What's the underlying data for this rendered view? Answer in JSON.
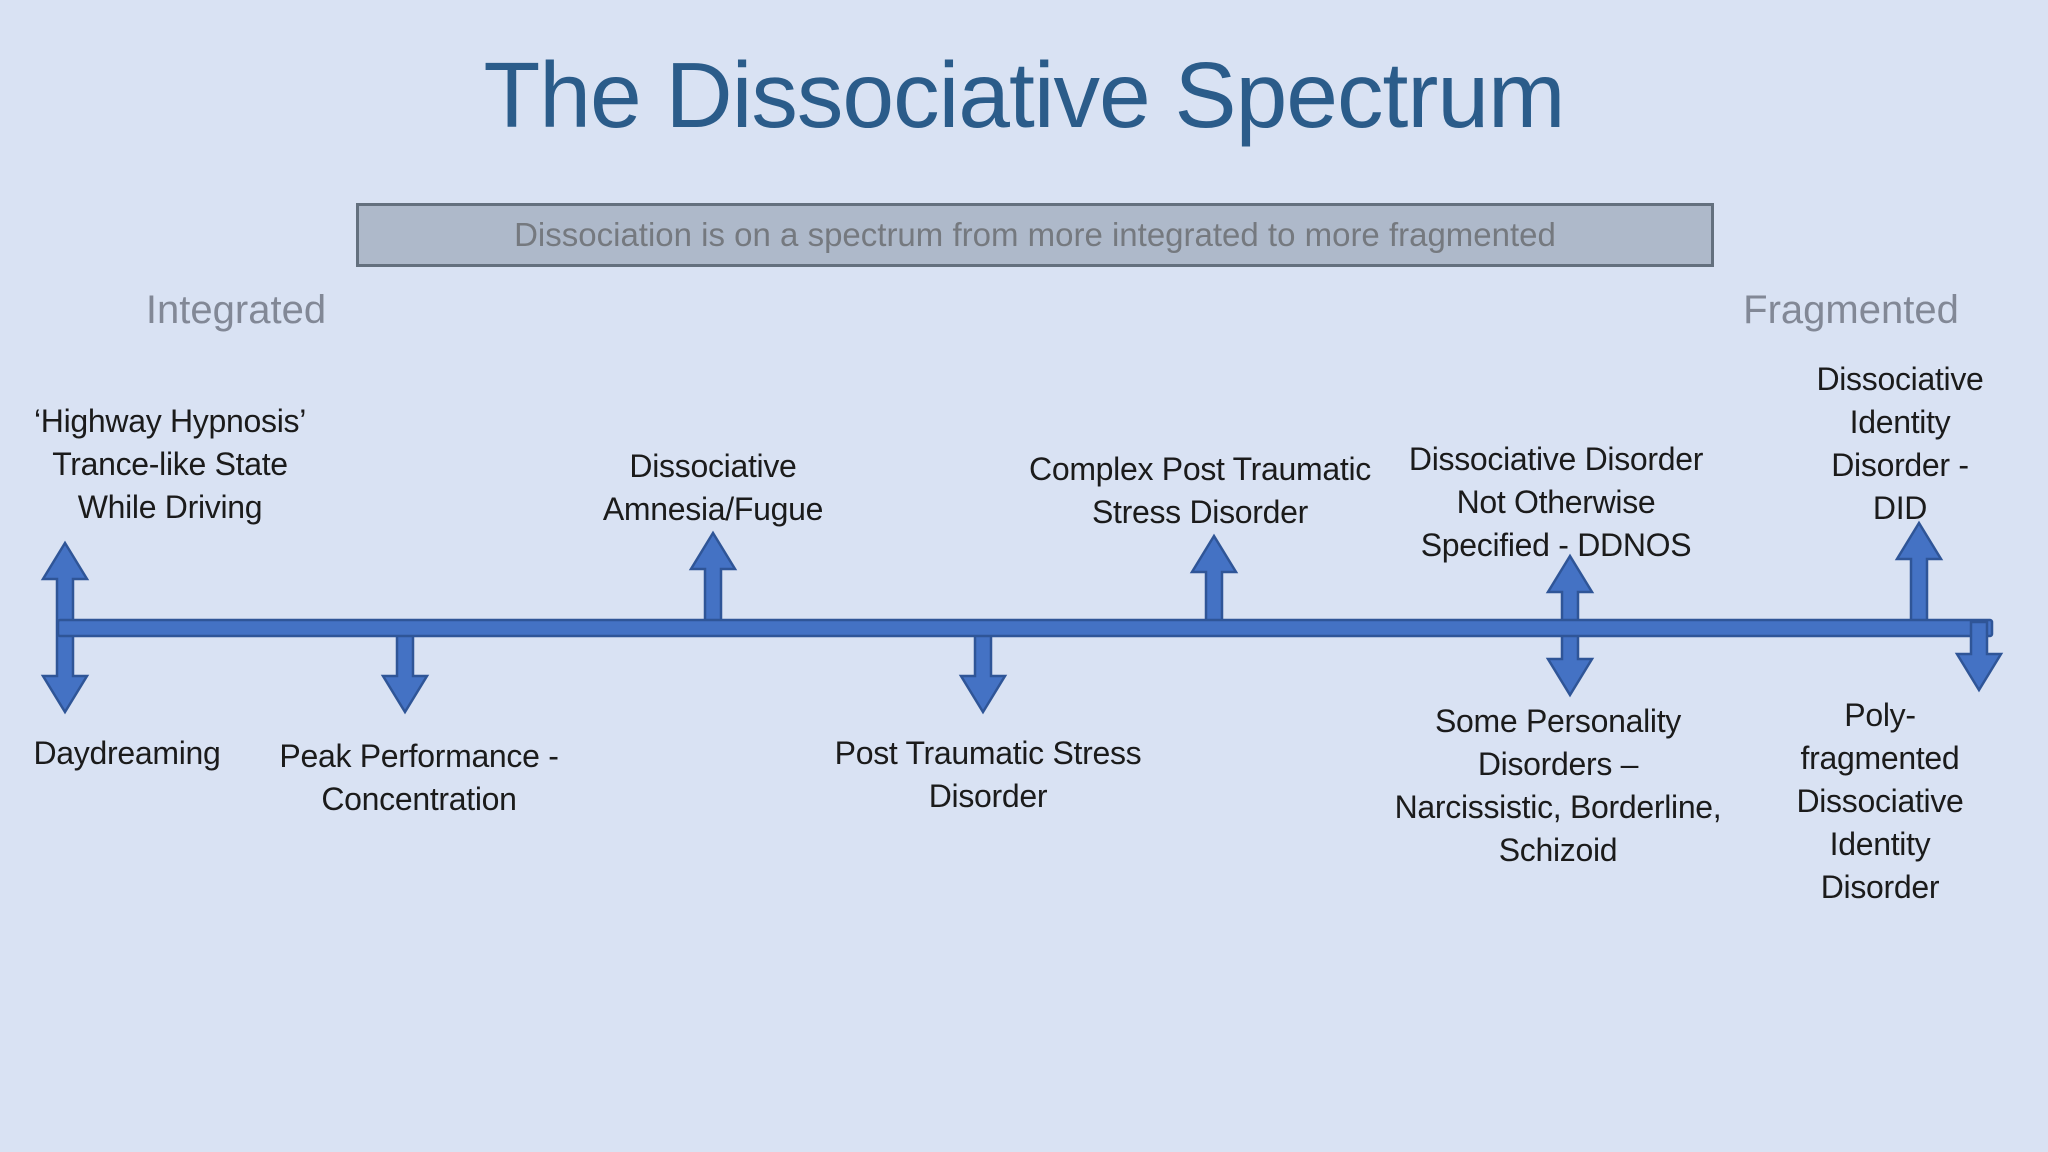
{
  "slide": {
    "title": "The Dissociative Spectrum",
    "banner": "Dissociation is on a spectrum from more integrated to more fragmented",
    "pole_left": "Integrated",
    "pole_right": "Fragmented"
  },
  "spectrum": {
    "description": "horizontal spectrum line from integrated (left) to fragmented (right) with arrow markers",
    "items": [
      {
        "id": "highway-hypnosis",
        "side": "above",
        "arrow": "up",
        "label": "‘Highway Hypnosis’\nTrance-like State\nWhile Driving"
      },
      {
        "id": "dissociative-amnesia",
        "side": "above",
        "arrow": "up",
        "label": "Dissociative\nAmnesia/Fugue"
      },
      {
        "id": "complex-ptsd",
        "side": "above",
        "arrow": "up",
        "label": "Complex Post Traumatic\nStress Disorder"
      },
      {
        "id": "ddnos",
        "side": "above",
        "arrow": "up",
        "label": "Dissociative Disorder\nNot Otherwise\nSpecified - DDNOS"
      },
      {
        "id": "did",
        "side": "above",
        "arrow": "up",
        "label": "Dissociative\nIdentity Disorder -\nDID"
      },
      {
        "id": "daydreaming",
        "side": "below",
        "arrow": "down",
        "label": "Daydreaming"
      },
      {
        "id": "peak-performance",
        "side": "below",
        "arrow": "down",
        "label": "Peak Performance -\nConcentration"
      },
      {
        "id": "ptsd",
        "side": "below",
        "arrow": "down",
        "label": "Post Traumatic Stress\nDisorder"
      },
      {
        "id": "some-personality-disorders",
        "side": "below",
        "arrow": "down",
        "label": "Some Personality\nDisorders –\nNarcissistic, Borderline,\nSchizoid"
      },
      {
        "id": "poly-fragmented-did",
        "side": "below",
        "arrow": "down",
        "label": "Poly-fragmented\nDissociative\nIdentity Disorder"
      }
    ]
  },
  "colors": {
    "background": "#D9E2F3",
    "title_text": "#2B5C8A",
    "banner_fill": "#AEB9CA",
    "banner_border": "#64707E",
    "banner_text": "#75797F",
    "pole_text": "#828896",
    "label_text": "#1B1B1B",
    "arrow_fill": "#4472C4",
    "arrow_border": "#2F5597"
  }
}
